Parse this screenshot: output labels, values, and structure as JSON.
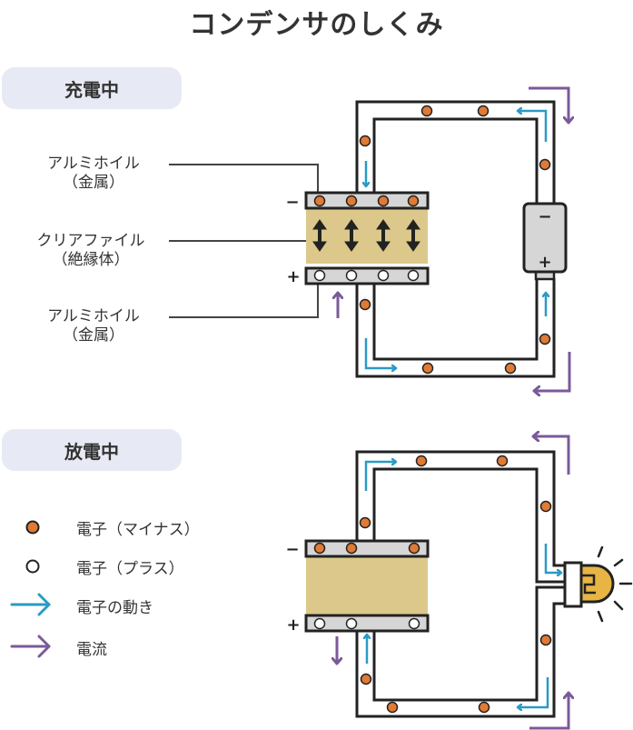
{
  "title": "コンデンサのしくみ",
  "colors": {
    "electron_minus": "#e07a35",
    "electron_plus": "#ffffff",
    "electron_motion_arrow": "#2a9bc4",
    "current_arrow": "#7a5a9a",
    "insulator": "#dcc88a",
    "foil": "#d6d6d6",
    "wire_outline": "#222222",
    "bulb": "#e8b544",
    "section_pill": "#e7eaf4"
  },
  "charging": {
    "label": "充電中",
    "callouts": [
      {
        "line1": "アルミホイル",
        "line2": "（金属）"
      },
      {
        "line1": "クリアファイル",
        "line2": "（絶縁体）"
      },
      {
        "line1": "アルミホイル",
        "line2": "（金属）"
      }
    ],
    "minus_sign": "−",
    "plus_sign": "+",
    "battery": {
      "minus": "−",
      "plus": "+"
    }
  },
  "discharging": {
    "label": "放電中",
    "minus_sign": "−",
    "plus_sign": "+"
  },
  "legend": [
    {
      "icon": "electron-minus",
      "label": "電子（マイナス）"
    },
    {
      "icon": "electron-plus",
      "label": "電子（プラス）"
    },
    {
      "icon": "electron-motion-arrow",
      "label": "電子の動き"
    },
    {
      "icon": "current-arrow",
      "label": "電流"
    }
  ]
}
